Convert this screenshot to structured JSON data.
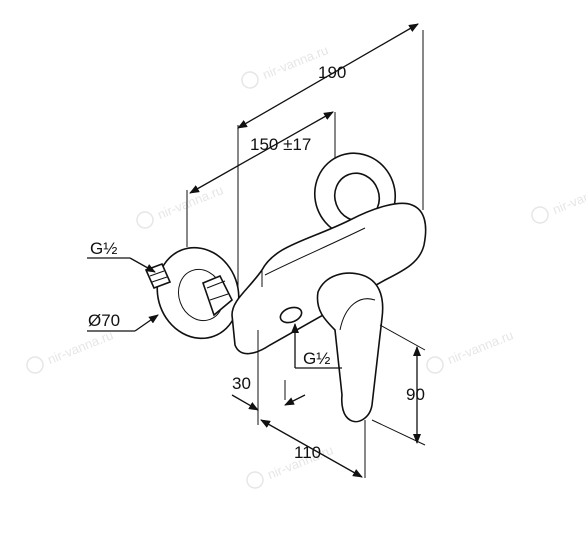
{
  "dimensions": {
    "overall_width": "190",
    "spacing": "150 ±17",
    "inlet_thread_left": "G½",
    "rosette_diameter": "Ø70",
    "outlet_thread": "G½",
    "outlet_offset": "30",
    "depth": "110",
    "height": "90"
  },
  "watermark": "nir-vanna.ru"
}
